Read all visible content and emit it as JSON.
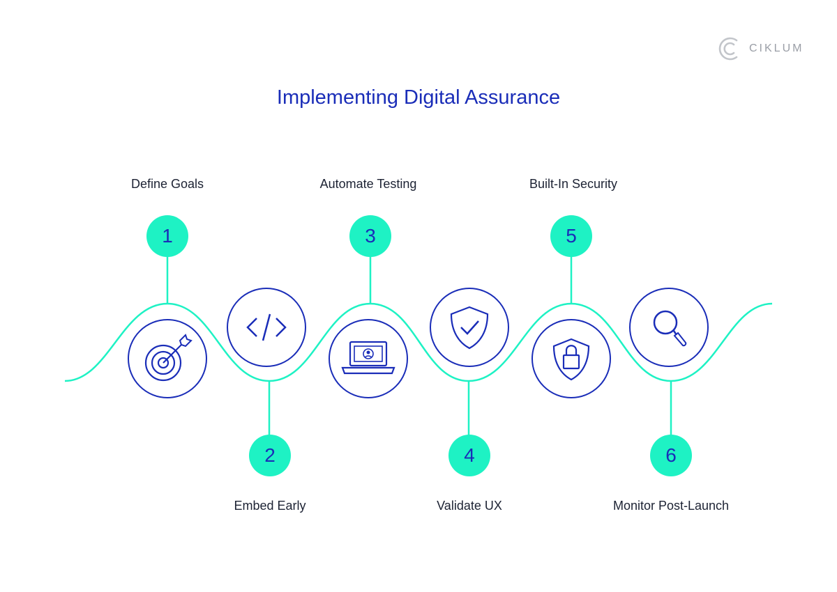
{
  "brand": {
    "name": "CIKLUM"
  },
  "title": "Implementing Digital Assurance",
  "colors": {
    "accent": "#1ef2c4",
    "primary": "#1a2db8",
    "text": "#1c2233",
    "logo": "#c2c5ca"
  },
  "steps": [
    {
      "number": "1",
      "label": "Define Goals",
      "icon": "target-icon"
    },
    {
      "number": "2",
      "label": "Embed Early",
      "icon": "code-icon"
    },
    {
      "number": "3",
      "label": "Automate Testing",
      "icon": "laptop-icon"
    },
    {
      "number": "4",
      "label": "Validate UX",
      "icon": "shield-check-icon"
    },
    {
      "number": "5",
      "label": "Built-In Security",
      "icon": "shield-lock-icon"
    },
    {
      "number": "6",
      "label": "Monitor Post-Launch",
      "icon": "magnifier-icon"
    }
  ]
}
